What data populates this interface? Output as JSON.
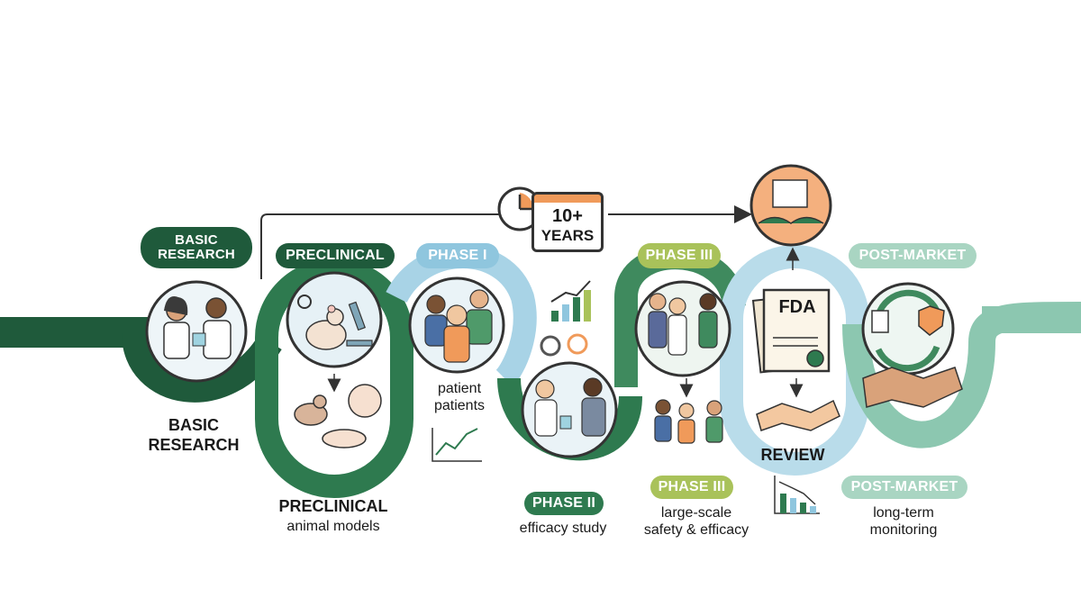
{
  "timeline": {
    "duration_value": "10+",
    "duration_unit": "YEARS"
  },
  "stages": {
    "basic": {
      "tag": "BASIC\nRESEARCH",
      "title": "BASIC\nRESEARCH"
    },
    "preclinical": {
      "tag": "PRECLINICAL",
      "title": "PRECLINICAL",
      "subtitle": "animal models"
    },
    "phase1": {
      "tag": "PHASE I",
      "subtitle": "patient\npatients"
    },
    "phase2": {
      "tag": "PHASE II",
      "subtitle": "efficacy study"
    },
    "phase3": {
      "tag": "PHASE III",
      "tag2": "PHASE III",
      "subtitle": "large-scale\nsafety & efficacy"
    },
    "review": {
      "title": "REVIEW",
      "doc_label": "FDA"
    },
    "postmarket": {
      "tag": "POST-MARKET",
      "tag2": "POST-MARKET",
      "subtitle": "long-term\nmonitoring"
    }
  },
  "colors": {
    "dark_green": "#1f5a3b",
    "mid_green": "#2e7a4f",
    "light_blue": "#8fc6de",
    "lime": "#a9c25a",
    "teal": "#a9d5c2",
    "orange": "#f09a5a"
  },
  "icons": [
    "scientists-icon",
    "mouse-icon",
    "microscope-icon",
    "petri-dish-icon",
    "people-group-icon",
    "bar-chart-icon",
    "gears-icon",
    "line-chart-icon",
    "clinicians-icon",
    "document-icon",
    "handshake-icon",
    "clock-icon",
    "calendar-icon",
    "shield-check-icon",
    "plug-icon",
    "server-icon",
    "refresh-arrows-icon"
  ]
}
